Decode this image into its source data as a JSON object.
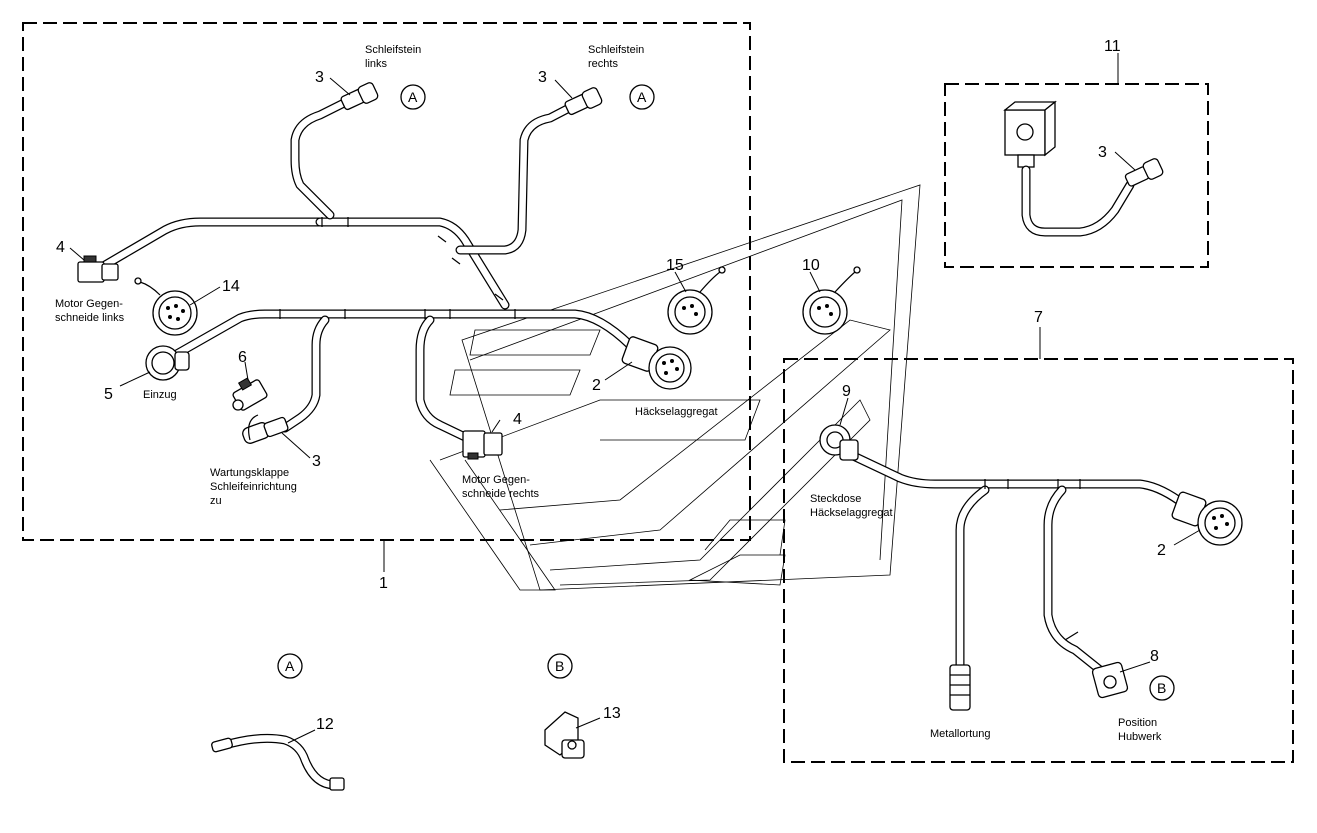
{
  "labels": {
    "schleifstein_links": [
      "Schleifstein",
      "links"
    ],
    "schleifstein_rechts": [
      "Schleifstein",
      "rechts"
    ],
    "motor_gegen_links": [
      "Motor Gegen-",
      "schneide links"
    ],
    "einzug": "Einzug",
    "wartungsklappe": [
      "Wartungsklappe",
      "Schleifeinrichtung",
      "zu"
    ],
    "motor_gegen_rechts": [
      "Motor Gegen-",
      "schneide rechts"
    ],
    "haeckselaggregat": "Häckselaggregat",
    "steckdose": [
      "Steckdose",
      "Häckselaggregat"
    ],
    "metallortung": "Metallortung",
    "position_hubwerk": [
      "Position",
      "Hubwerk"
    ]
  },
  "callouts": {
    "n1": "1",
    "n2": "2",
    "n3": "3",
    "n4": "4",
    "n5": "5",
    "n6": "6",
    "n7": "7",
    "n8": "8",
    "n9": "9",
    "n10": "10",
    "n11": "11",
    "n12": "12",
    "n13": "13",
    "n14": "14",
    "n15": "15"
  },
  "markers": {
    "a": "A",
    "b": "B"
  }
}
